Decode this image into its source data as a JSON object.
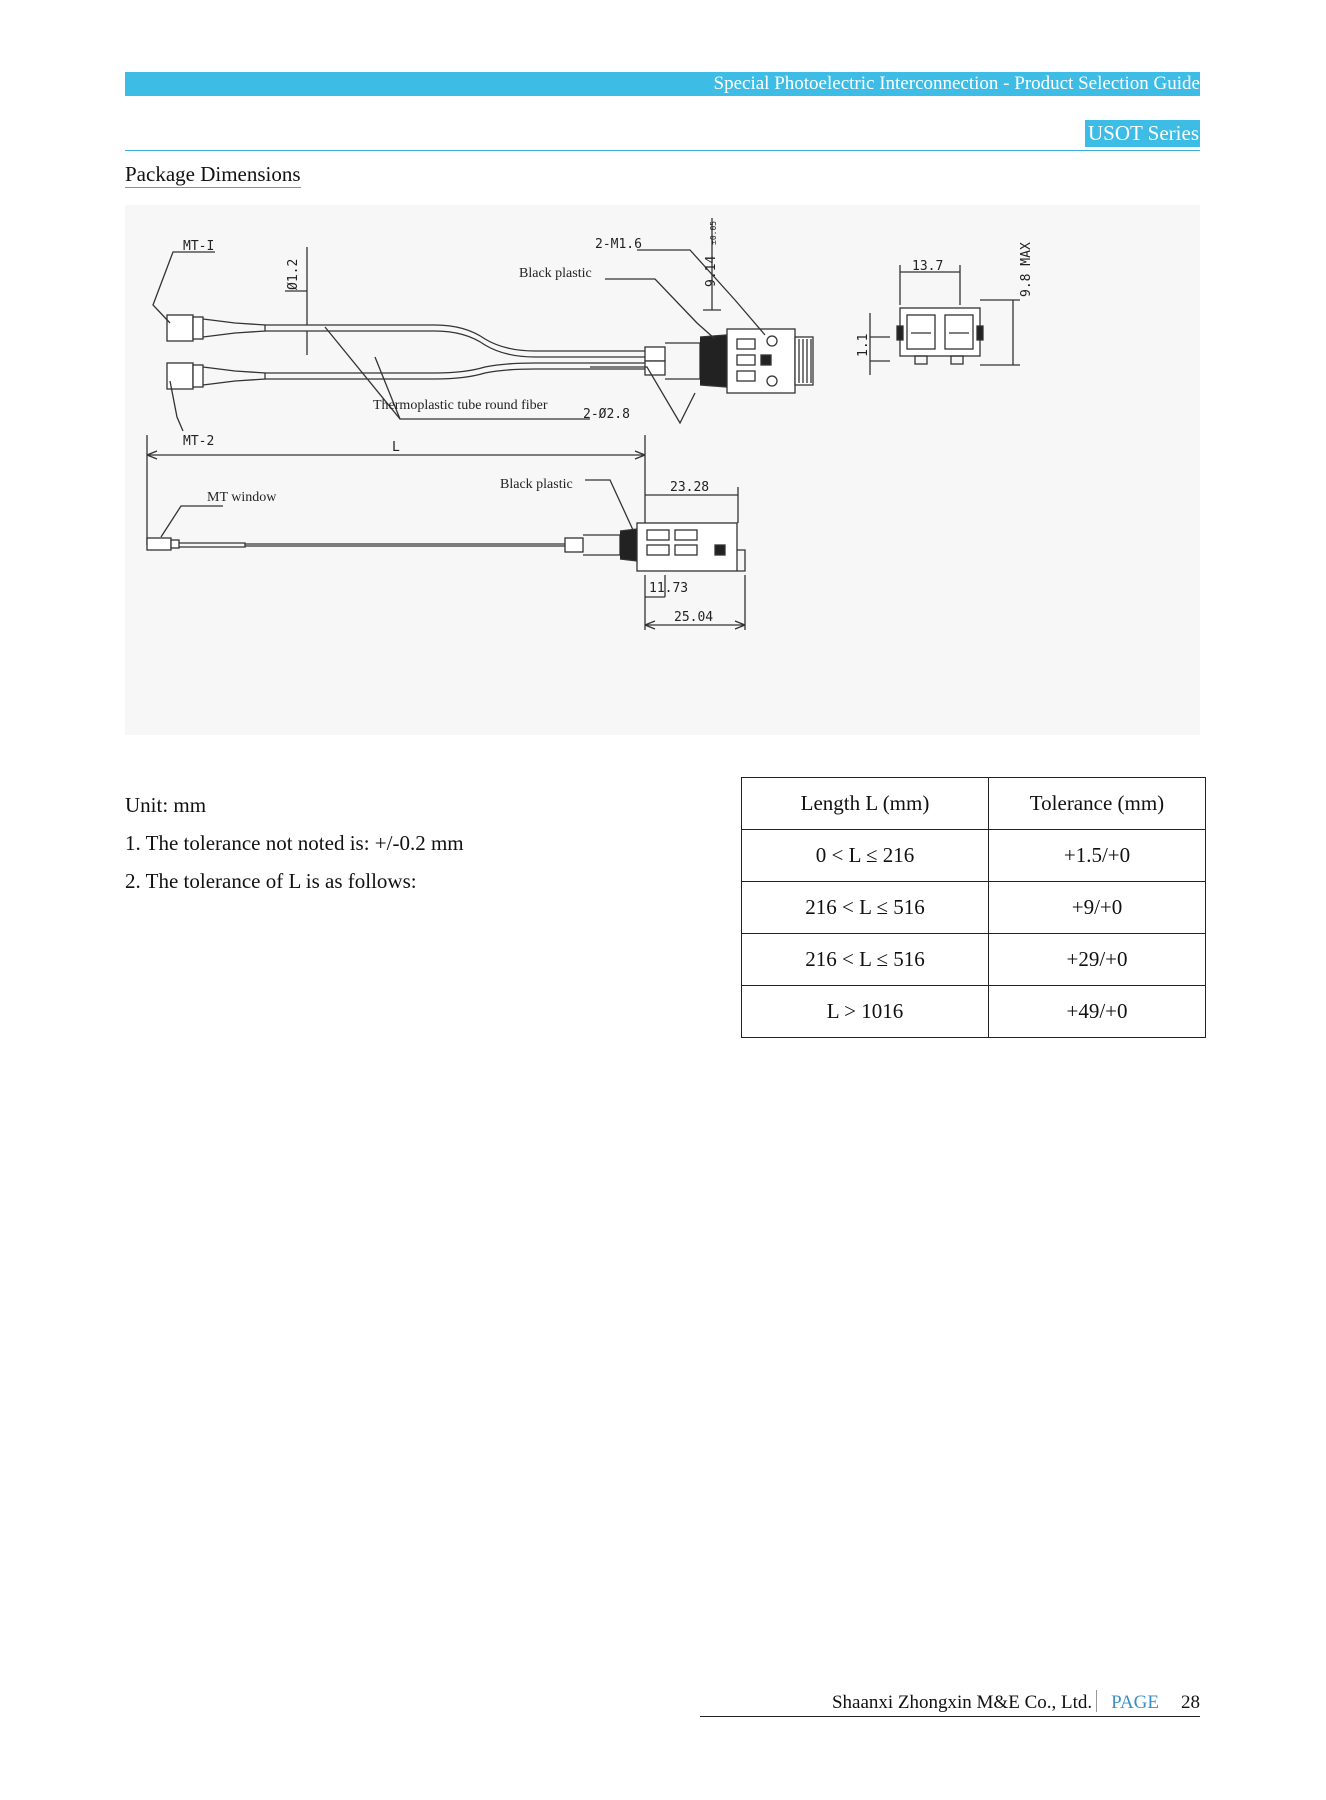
{
  "header": {
    "guide_title": "Special Photoelectric Interconnection - Product Selection Guide",
    "series": "USOT Series"
  },
  "section": {
    "title": "Package Dimensions"
  },
  "drawing": {
    "top_view": {
      "mt1": "MT-I",
      "mt2": "MT-2",
      "diameter": "Ø1.2",
      "screws": "2-M1.6",
      "black_plastic": "Black plastic",
      "height_dim": "9.14",
      "height_tol": "±0.05",
      "tube": "Thermoplastic tube round fiber",
      "holes": "2-Ø2.8"
    },
    "end_view": {
      "width": "13.7",
      "max_height": "9.8 MAX",
      "offset": "1.1"
    },
    "side_view": {
      "length": "L",
      "mt_window": "MT window",
      "black_plastic": "Black plastic",
      "dim_a": "23.28",
      "dim_b": "11.73",
      "dim_c": "25.04"
    }
  },
  "notes": {
    "unit": "Unit: mm",
    "note1": "1. The tolerance not noted is: +/-0.2 mm",
    "note2": "2. The tolerance of L is as follows:"
  },
  "tolerance_table": {
    "headers": [
      "Length L (mm)",
      "Tolerance (mm)"
    ],
    "rows": [
      [
        "0 < L ≤ 216",
        "+1.5/+0"
      ],
      [
        "216 < L ≤ 516",
        "+9/+0"
      ],
      [
        "216 < L ≤ 516",
        "+29/+0"
      ],
      [
        "L > 1016",
        "+49/+0"
      ]
    ]
  },
  "footer": {
    "company": "Shaanxi Zhongxin M&E Co., Ltd.",
    "page_label": "PAGE",
    "page_number": "28"
  }
}
